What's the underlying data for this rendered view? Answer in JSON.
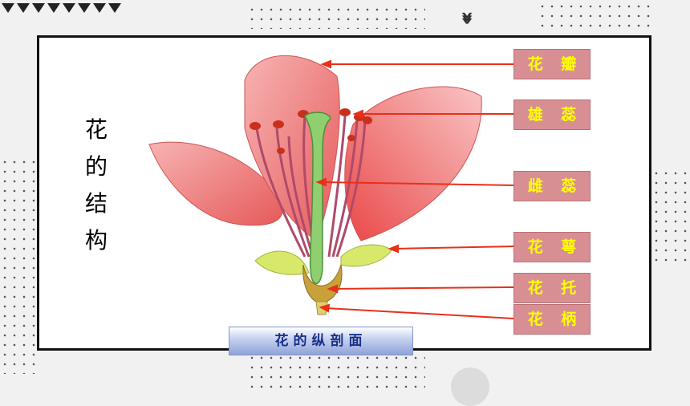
{
  "title_vertical": [
    "花",
    "的",
    "结",
    "构"
  ],
  "labels": {
    "petal": "花 瓣",
    "stamen": "雄 蕊",
    "pistil": "雌 蕊",
    "sepal": "花 萼",
    "receptacle": "花 托",
    "pedicel": "花 柄"
  },
  "caption": "花的纵剖面",
  "colors": {
    "label_bg": "#d88f94",
    "label_text": "#ffff00",
    "arrow": "#e8301a",
    "petal": "#ef8a8a",
    "sepal": "#d8e86a"
  },
  "icons": [
    "triangle-row-decoration",
    "chevron-decoration",
    "dot-grid-decoration"
  ]
}
